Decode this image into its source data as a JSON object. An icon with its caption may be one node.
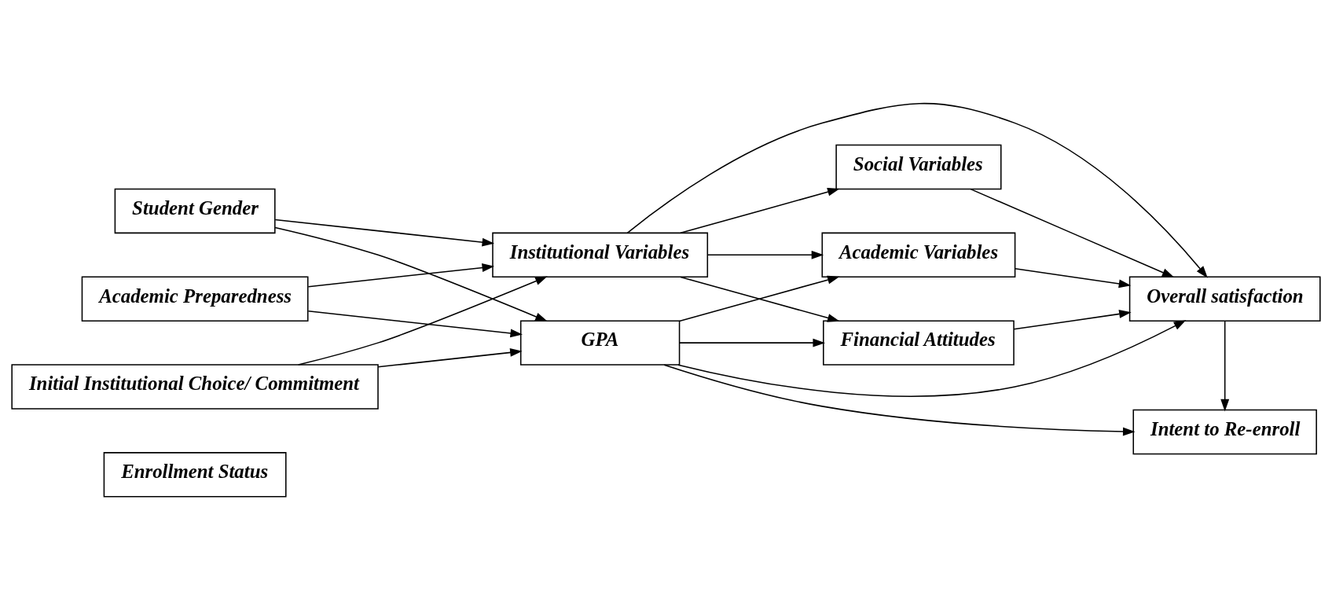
{
  "diagram": {
    "nodes": [
      {
        "text": [
          "Student Gender"
        ]
      },
      {
        "text": [
          "Academic Preparedness"
        ]
      },
      {
        "text": [
          "Initial Institutional Choice/ Commitment"
        ]
      },
      {
        "text": [
          "Enrollment Status"
        ]
      },
      {
        "text": [
          "Institutional Variables"
        ]
      },
      {
        "text": [
          "GPA"
        ]
      },
      {
        "text": [
          "Social Variables"
        ]
      },
      {
        "text": [
          "Academic Variables"
        ]
      },
      {
        "text": [
          "Financial Attitudes"
        ]
      },
      {
        "text": [
          "Overall satisfaction"
        ]
      },
      {
        "text": [
          "Intent to Re-enroll"
        ]
      }
    ],
    "edges": [
      {
        "from": 0,
        "to": 4,
        "arrow": "to"
      },
      {
        "from": 0,
        "to": 5,
        "arrow": "to"
      },
      {
        "from": 1,
        "to": 4,
        "arrow": "to"
      },
      {
        "from": 1,
        "to": 5,
        "arrow": "to"
      },
      {
        "from": 2,
        "to": 4,
        "arrow": "to"
      },
      {
        "from": 2,
        "to": 5,
        "arrow": "to"
      },
      {
        "from": 4,
        "to": 6,
        "arrow": "to"
      },
      {
        "from": 4,
        "to": 9,
        "arrow": "to"
      },
      {
        "from": 4,
        "to": 7,
        "arrow": "to"
      },
      {
        "from": 4,
        "to": 8,
        "arrow": "to"
      },
      {
        "from": 5,
        "to": 7,
        "arrow": "to"
      },
      {
        "from": 5,
        "to": 9,
        "arrow": "to"
      },
      {
        "from": 5,
        "to": 10,
        "arrow": "to"
      },
      {
        "from": 5,
        "to": 8,
        "arrow": "to"
      },
      {
        "from": 6,
        "to": 9,
        "arrow": "to"
      },
      {
        "from": 7,
        "to": 9,
        "arrow": "to"
      },
      {
        "from": 8,
        "to": 9,
        "arrow": "to"
      },
      {
        "from": 9,
        "to": 10,
        "arrow": "to"
      }
    ]
  }
}
